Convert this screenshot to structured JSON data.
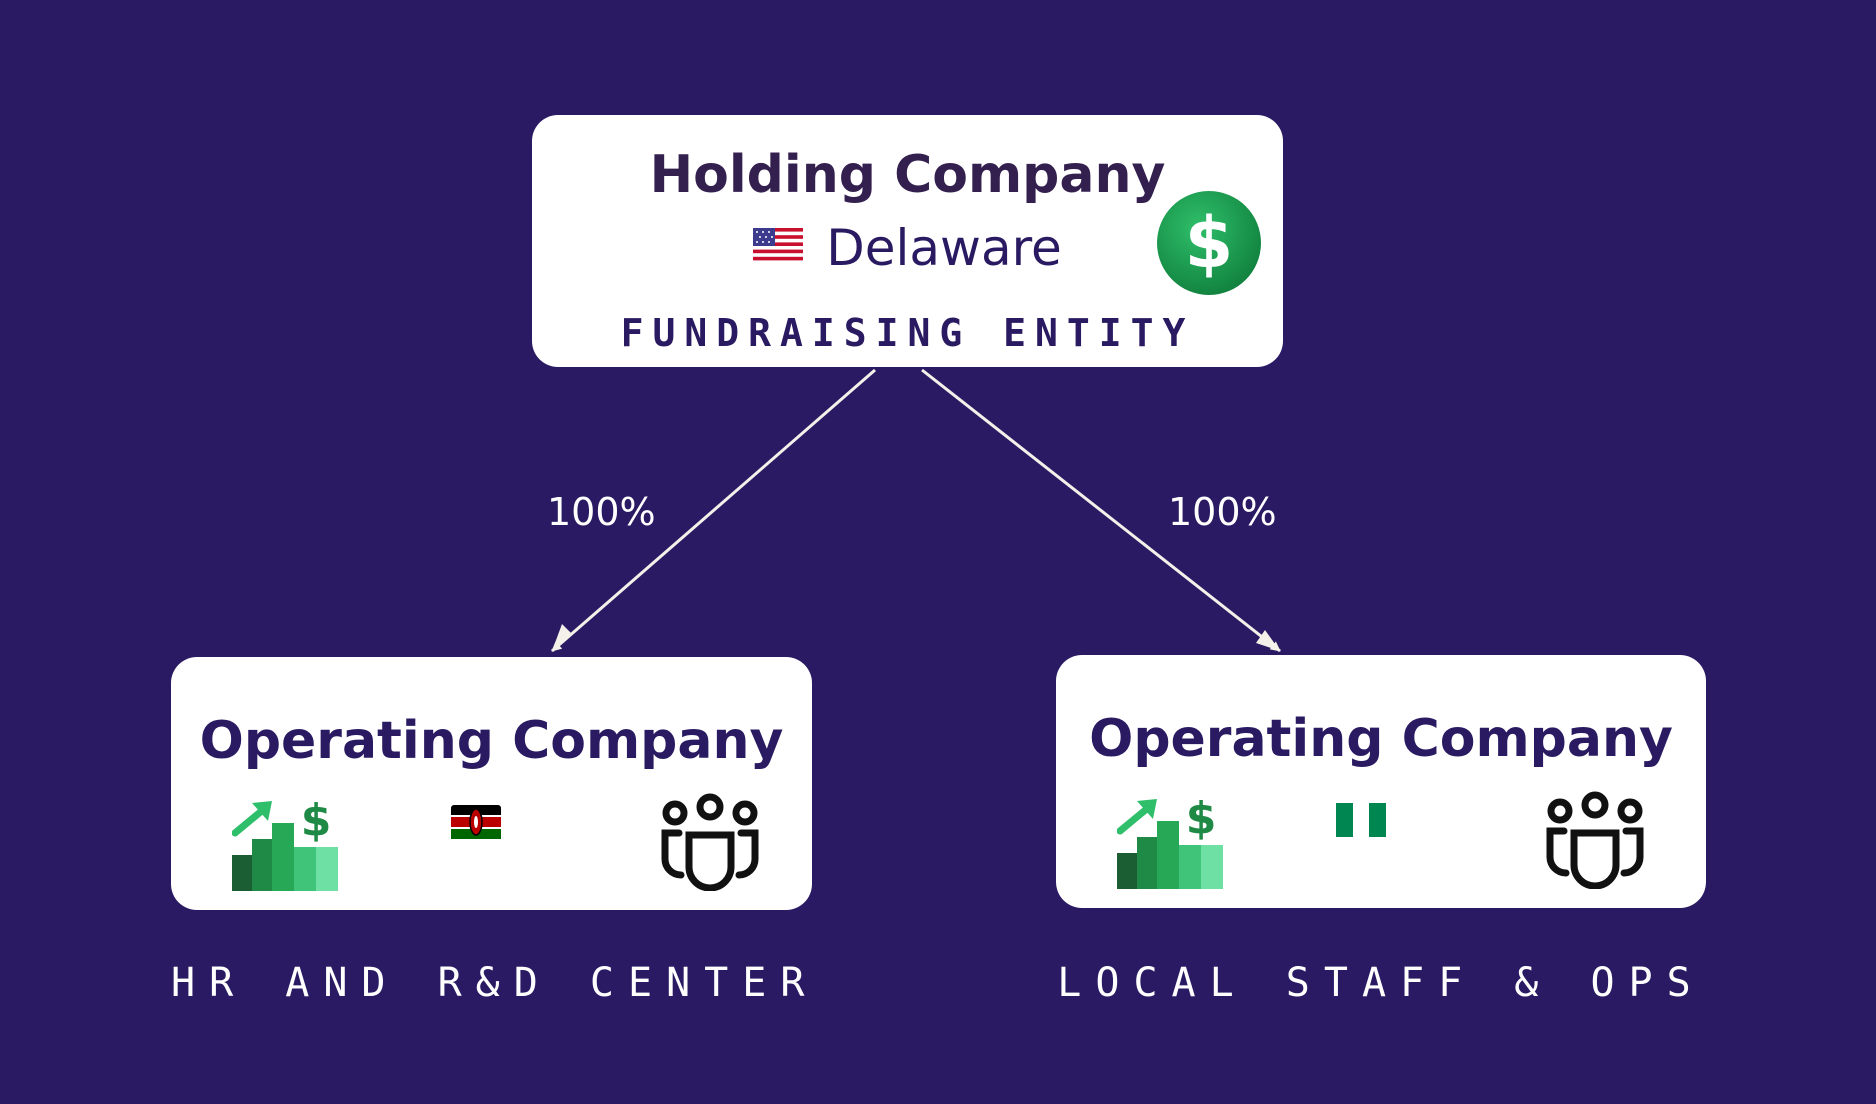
{
  "holding": {
    "title": "Holding Company",
    "location": "Delaware",
    "flag_icon": "us-flag-icon",
    "role": "FUNDRAISING ENTITY",
    "money_icon": "dollar-coin-icon",
    "coin_color": "#1a9a4a"
  },
  "edges": [
    {
      "label": "100%"
    },
    {
      "label": "100%"
    }
  ],
  "subsidiaries": [
    {
      "title": "Operating Company",
      "flag_icon": "kenya-flag-icon",
      "caption": "HR AND R&D CENTER",
      "icons": [
        "growth-chart-icon",
        "people-group-icon"
      ]
    },
    {
      "title": "Operating Company",
      "flag_icon": "nigeria-flag-icon",
      "caption": "LOCAL STAFF & OPS",
      "icons": [
        "growth-chart-icon",
        "people-group-icon"
      ]
    }
  ],
  "colors": {
    "background": "#2a1a63",
    "box": "#ffffff",
    "title_text": "#291a61",
    "edge": "#ffffff"
  }
}
